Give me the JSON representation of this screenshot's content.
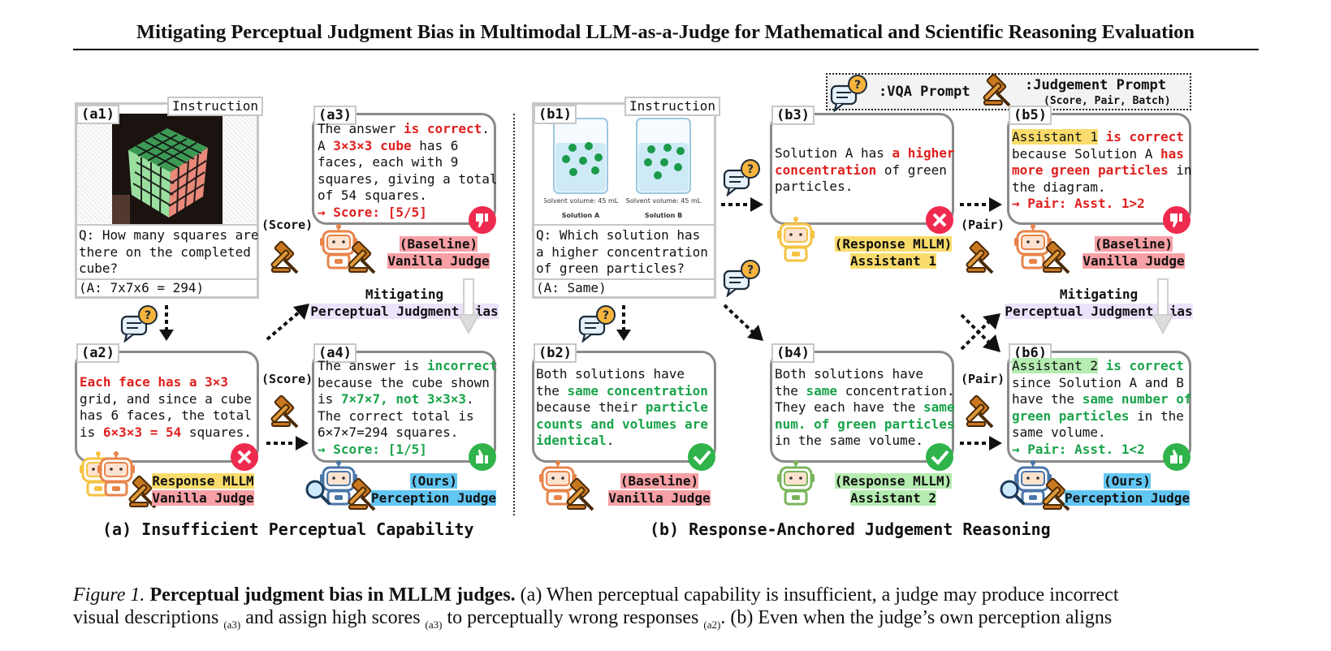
{
  "title": "Mitigating Perceptual Judgment Bias in Multimodal LLM-as-a-Judge for Mathematical and Scientific Reasoning Evaluation",
  "legend": {
    "vqa": ":VQA Prompt",
    "judge": ":Judgement Prompt",
    "judge_sub": "(Score, Pair, Batch)"
  },
  "colors": {
    "red": "#e0201e",
    "green": "#19a34a",
    "baseline_hl": "#f7a0a5",
    "mllm_hl": "#f9dc6b",
    "ours_hl": "#62c6f2",
    "asst2_hl": "#b5ecb0",
    "mitigate_hl": "#ece2fb"
  },
  "a1": {
    "tag": "(a1)",
    "instr": "Instruction",
    "q": "Q: How many squares are\nthere on the completed\ncube?",
    "a": "(A: 7x7x6 = 294)"
  },
  "a2": {
    "tag": "(a2)",
    "t1": "Each face has a 3×3",
    "t2": "\ngrid, and since a cube\nhas 6 faces, the total\nis ",
    "t3": "6×3×3 = 54",
    "t4": " squares.",
    "l1": "Response MLLM",
    "l2": "Vanilla Judge"
  },
  "a3": {
    "tag": "(a3)",
    "t1": "The answer ",
    "t2": "is correct",
    "t3": ".\nA ",
    "t4": "3×3×3 cube",
    "t5": " has 6\nfaces, each with 9\nsquares, giving a total\nof 54 squares.\n",
    "t6": "→ Score: [5/5]",
    "l1": "(Baseline)",
    "l2": "Vanilla Judge"
  },
  "a4": {
    "tag": "(a4)",
    "t1": "The answer is ",
    "t2": "incorrect",
    "t3": "\nbecause the cube shown\nis ",
    "t4": "7×7×7, not 3×3×3",
    "t5": ".\nThe correct total is\n6×7×7=294 squares.\n",
    "t6": "→ Score: [1/5]",
    "l1": "(Ours)",
    "l2": "Perception Judge"
  },
  "score1": "(Score)",
  "score2": "(Score)",
  "mitigate": {
    "l1": "Mitigating",
    "l2": "Perceptual Judgment Bias"
  },
  "b1": {
    "tag": "(b1)",
    "instr": "Instruction",
    "solA": "Solution A",
    "solB": "Solution B",
    "vol": "Solvent volume: 45 mL",
    "q": "Q: Which solution has\na higher concentration\nof green particles?",
    "a": "(A: Same)"
  },
  "b2": {
    "tag": "(b2)",
    "t1": "Both solutions have\nthe ",
    "t2": "same concentration",
    "t3": "\nbecause their ",
    "t4": "particle\ncounts and volumes are\nidentical",
    "t5": ".",
    "l1": "(Baseline)",
    "l2": "Vanilla Judge"
  },
  "b3": {
    "tag": "(b3)",
    "t1": "Solution A has ",
    "t2": "a higher\nconcentration",
    "t3": " of green\nparticles.",
    "l1": "(Response MLLM)",
    "l2": "Assistant 1"
  },
  "b4": {
    "tag": "(b4)",
    "t1": "Both solutions have\nthe ",
    "t2": "same",
    "t3": " concentration.\nThey each have the ",
    "t4": "same\nnum. of green particles",
    "t5": "\nin the same volume.",
    "l1": "(Response MLLM)",
    "l2": "Assistant 2"
  },
  "b5": {
    "tag": "(b5)",
    "t1": "Assistant 1",
    "t2": " is correct",
    "t3": "\nbecause Solution A ",
    "t4": "has\nmore green particles",
    "t5": " in\nthe diagram.\n",
    "t6": "→ Pair: Asst. 1>2",
    "l1": "(Baseline)",
    "l2": "Vanilla Judge"
  },
  "b6": {
    "tag": "(b6)",
    "t1": "Assistant 2",
    "t2": " is correct",
    "t3": "\nsince Solution A and B\nhave the ",
    "t4": "same number of\ngreen particles",
    "t5": " in the\nsame volume.\n",
    "t6": "→ Pair: Asst. 1<2",
    "l1": "(Ours)",
    "l2": "Perception Judge"
  },
  "pair1": "(Pair)",
  "pair2": "(Pair)",
  "sub_a": "(a) Insufficient Perceptual Capability",
  "sub_b": "(b) Response-Anchored Judgement Reasoning",
  "caption": {
    "fig": "Figure 1.",
    "bold": " Perceptual judgment bias in MLLM judges.",
    "rest": " (a) When perceptual capability is insufficient, a judge may produce incorrect",
    "line2a": "visual descriptions ",
    "ref1": "(a3)",
    "line2b": " and assign high scores ",
    "ref2": "(a3)",
    "line2c": " to perceptually wrong responses ",
    "ref3": "(a2)",
    "line2d": ". (b) Even when the judge’s own perception aligns"
  }
}
